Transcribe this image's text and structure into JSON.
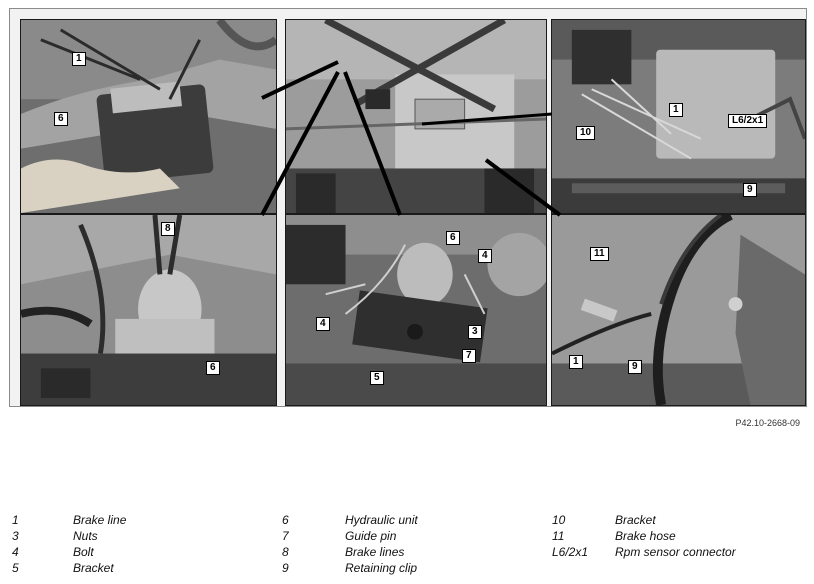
{
  "callouts": {
    "p1": [
      "1",
      "6"
    ],
    "p3": [
      "1",
      "10",
      "L6/2x1",
      "9"
    ],
    "p4": [
      "8",
      "6"
    ],
    "p5": [
      "6",
      "4",
      "4",
      "3",
      "7",
      "5"
    ],
    "p6": [
      "11",
      "1",
      "9"
    ]
  },
  "figure_ref": "P42.10-2668-09",
  "legend": [
    {
      "num": "1",
      "label": "Brake line"
    },
    {
      "num": "3",
      "label": "Nuts"
    },
    {
      "num": "4",
      "label": "Bolt"
    },
    {
      "num": "5",
      "label": "Bracket"
    },
    {
      "num": "6",
      "label": "Hydraulic unit"
    },
    {
      "num": "7",
      "label": "Guide pin"
    },
    {
      "num": "8",
      "label": "Brake lines"
    },
    {
      "num": "9",
      "label": "Retaining clip"
    },
    {
      "num": "10",
      "label": "Bracket"
    },
    {
      "num": "11",
      "label": "Brake hose"
    },
    {
      "num": "L6/2x1",
      "label": "Rpm sensor connector"
    }
  ]
}
